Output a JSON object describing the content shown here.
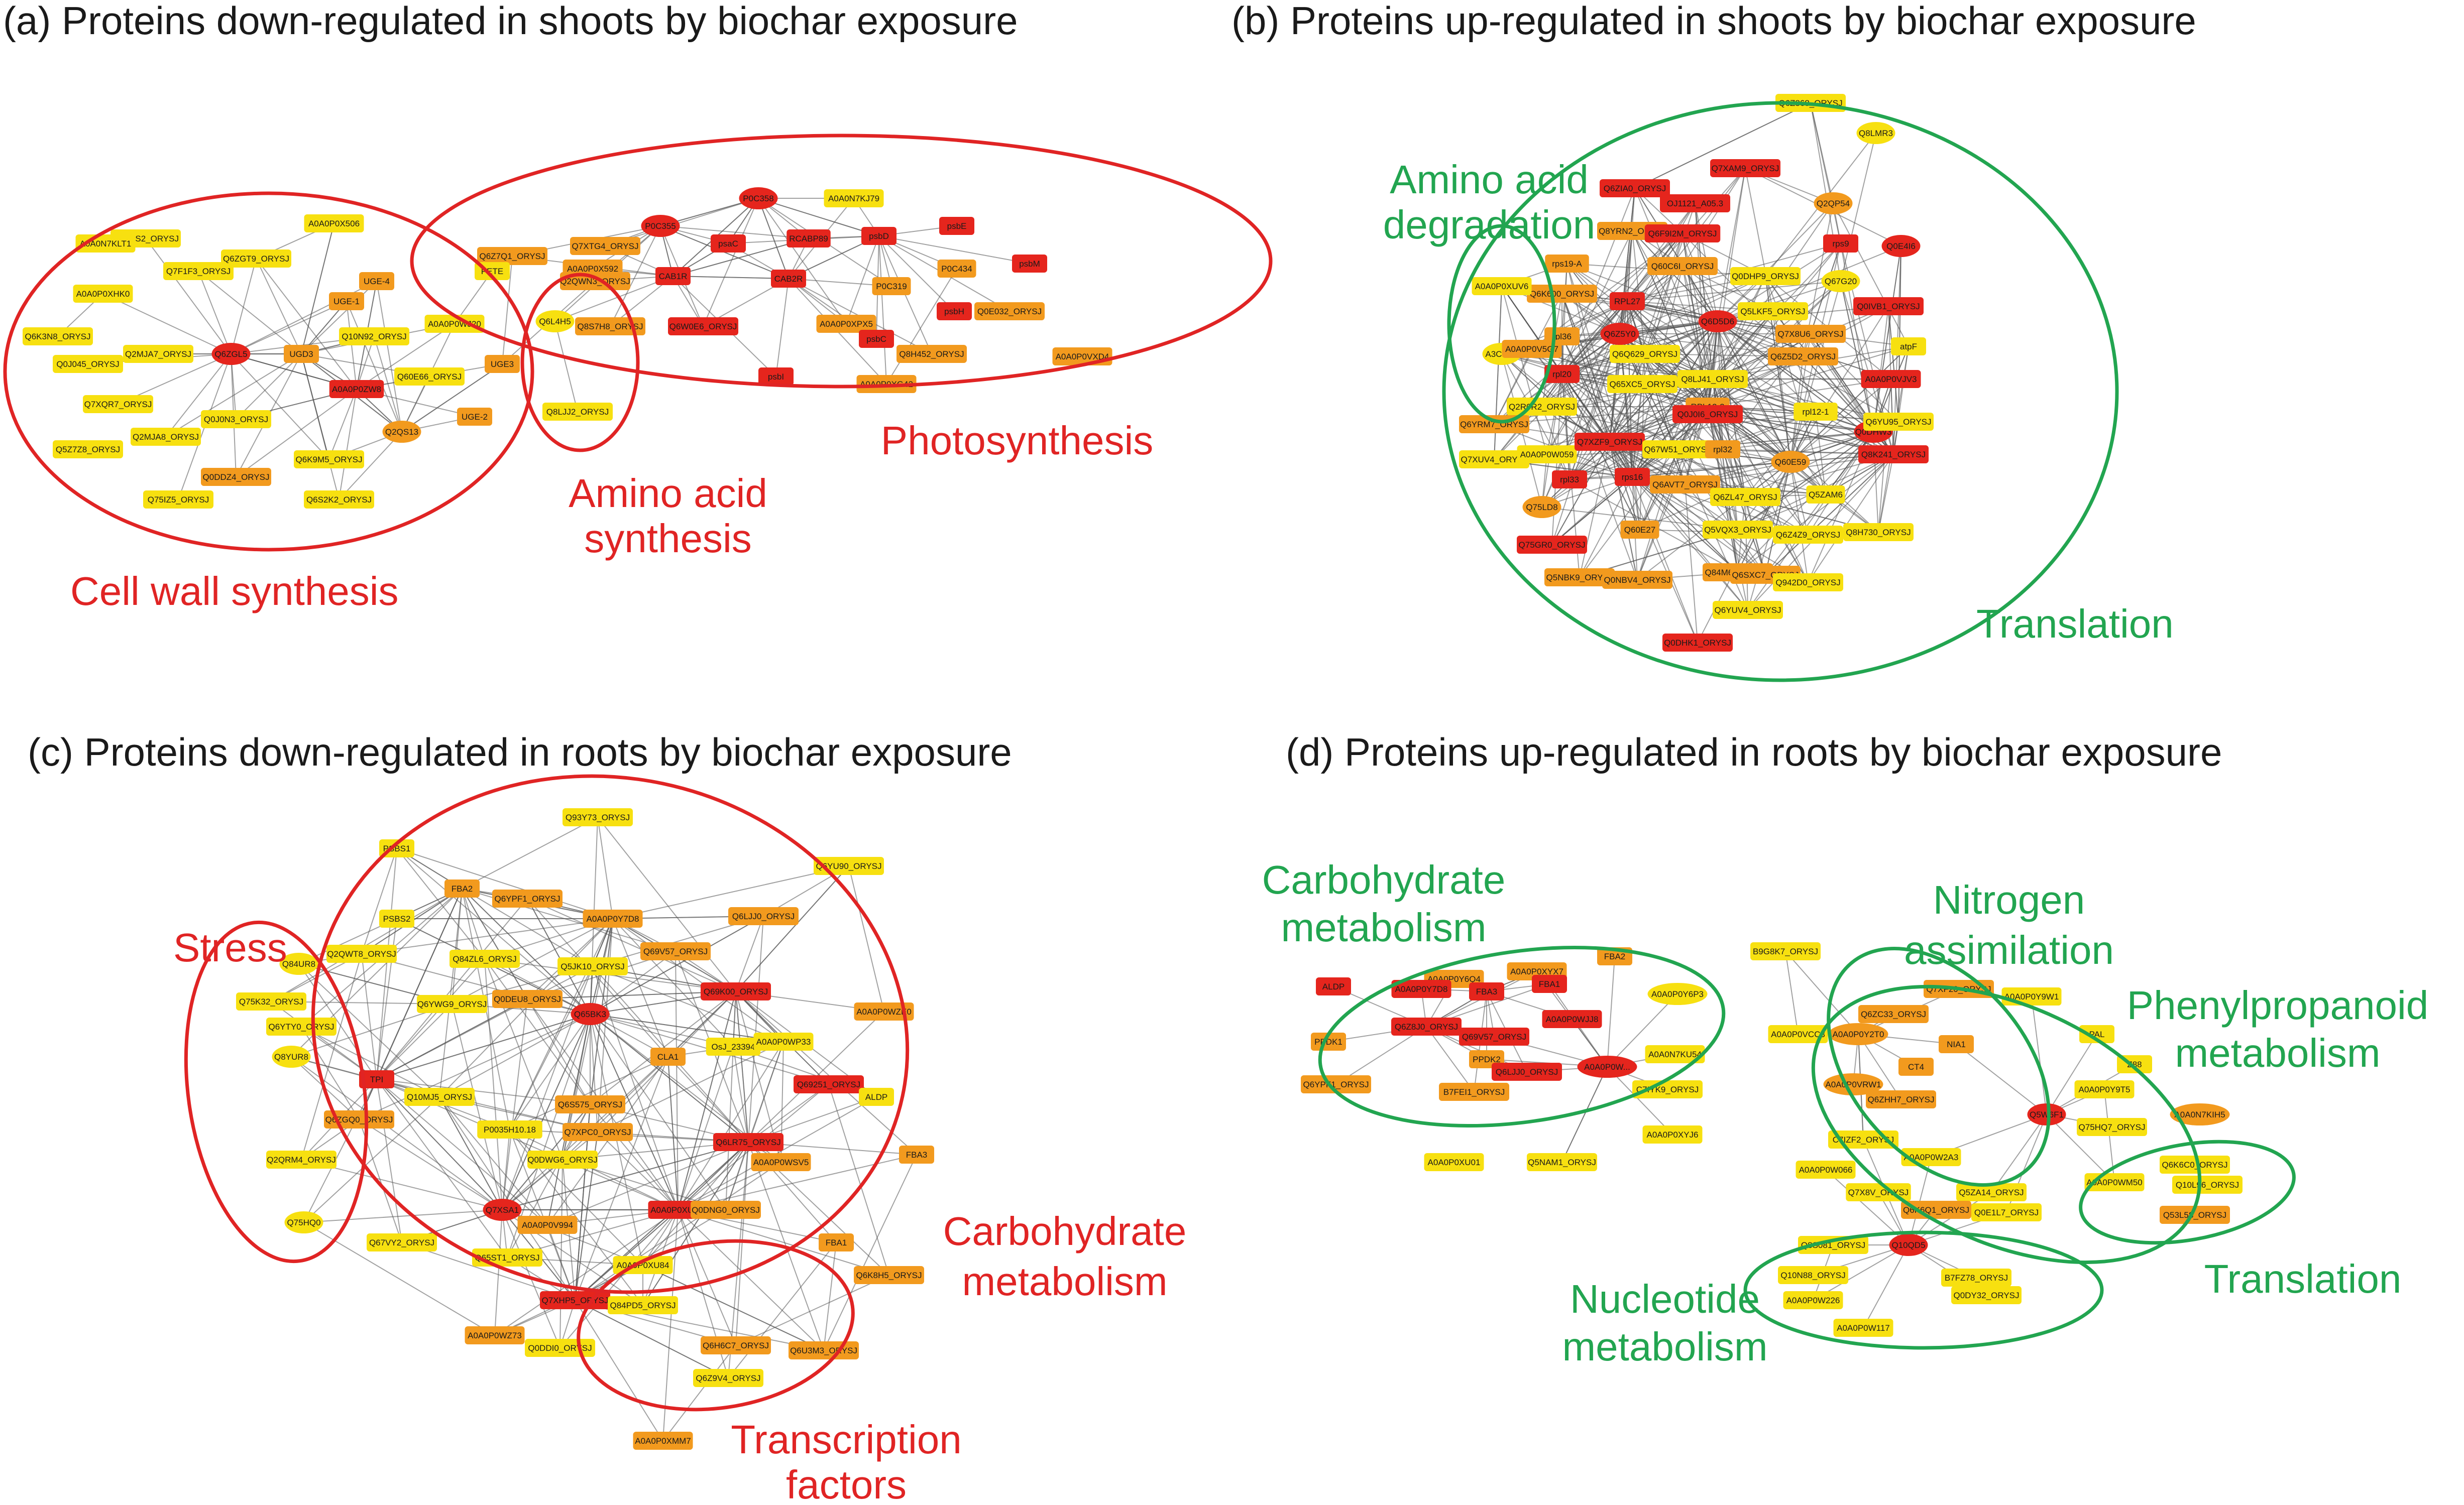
{
  "colors": {
    "red_group": "#e02424",
    "green_group": "#22a550",
    "node_low": "#f7e010",
    "node_mid": "#f29a1e",
    "node_high": "#e5251d"
  },
  "panels": [
    {
      "id": "a",
      "title": "(a) Proteins down-regulated in shoots by biochar exposure",
      "clusters": [
        {
          "label": [
            "Cell wall synthesis"
          ],
          "color": "red_group"
        },
        {
          "label": [
            "Amino acid",
            "synthesis"
          ],
          "color": "red_group"
        },
        {
          "label": [
            "Photosynthesis"
          ],
          "color": "red_group"
        }
      ],
      "nodes": [
        "Q69QS2_ORYSJ",
        "A0A0P0X506",
        "A0A0N7KLT1",
        "Q7F1F3_ORYSJ",
        "Q6ZGT9_ORYSJ",
        "A0A0P0XHK0",
        "UGE-1",
        "UGE-4",
        "Q6K3N8_ORYSJ",
        "Q6ZGL5",
        "UGD3",
        "Q10N92_ORYSJ",
        "A0A0P0WJ20",
        "Q0J045_ORYSJ",
        "Q2MJA7_ORYSJ",
        "A0A0P0ZW8",
        "Q60E66_ORYSJ",
        "UGE3",
        "Q7XQR7_ORYSJ",
        "Q0J0N3_ORYSJ",
        "Q2QS13",
        "UGE-2",
        "Q2MJA8_ORYSJ",
        "Q6K9M5_ORYSJ",
        "Q5Z7Z8_ORYSJ",
        "Q0DDZ4_ORYSJ",
        "Q75IZ5_ORYSJ",
        "Q6S2K2_ORYSJ",
        "Q6L4H5",
        "Q8LJJ2_ORYSJ",
        "Q6Z7Q1_ORYSJ",
        "Q7XTG4_ORYSJ",
        "P0C358",
        "A0A0N7KJ79",
        "Q2QWN3_ORYSJ",
        "P0C355",
        "psaC",
        "RCABP89",
        "psbD",
        "psbE",
        "PETE",
        "A0A0P0X592",
        "CAB1R",
        "CAB2R",
        "P0C319",
        "P0C434",
        "psbM",
        "Q8S7H8_ORYSJ",
        "Q6W0E6_ORYSJ",
        "A0A0P0XPX5",
        "psbC",
        "psbH",
        "Q0E032_ORYSJ",
        "Q8H452_ORYSJ",
        "A0A0P0VXD4",
        "psbI",
        "A0A0P0XG42"
      ]
    },
    {
      "id": "b",
      "title": "(b) Proteins up-regulated in shoots by biochar exposure",
      "clusters": [
        {
          "label": [
            "Amino acid",
            "degradation"
          ],
          "color": "green_group"
        },
        {
          "label": [
            "Translation"
          ],
          "color": "green_group"
        }
      ],
      "nodes": [
        "Q6Z868_ORYSJ",
        "Q8LMR3",
        "Q7XAM9_ORYSJ",
        "Q6ZIA0_ORYSJ",
        "OJ1121_A05.3",
        "Q2QP54",
        "Q8YRN2_ORYSJ",
        "Q6F9I2M_ORYSJ",
        "rps9",
        "Q0E4I6",
        "rps19-A",
        "Q6K600_ORYSJ",
        "Q60C6I_ORYSJ",
        "Q0DHP9_ORYSJ",
        "Q67G20",
        "A0A0P0XUV6",
        "RPL27",
        "Q5LKF5_ORYSJ",
        "Q0IVB1_ORYSJ",
        "rpl36",
        "Q6Z5Y0",
        "Q6D5D6",
        "Q7X8U6_ORYSJ",
        "atpF",
        "A3C6G9",
        "A0A0P0V5G7",
        "Q6Q629_ORYSJ",
        "rpl20",
        "Q65XC5_ORYSJ",
        "Q8LJ41_ORYSJ",
        "Q6Z5D2_ORYSJ",
        "A0A0P0VJV3",
        "Q2R0R2_ORYSJ",
        "RPL12-2",
        "Q0J0I6_ORYSJ",
        "rpl12-1",
        "Q6YRM7_ORYSJ",
        "Q0DHW3",
        "Q6YU95_ORYSJ",
        "Q7XUV4_ORYSJ",
        "A0A0P0W059",
        "Q7XZF9_ORYSJ",
        "Q67W51_ORYSJ",
        "rpl32",
        "Q8K241_ORYSJ",
        "Q75LD8",
        "rpl33",
        "rps16",
        "Q6AVT7_ORYSJ",
        "Q6ZL47_ORYSJ",
        "Q60E59",
        "Q5ZAM6",
        "Q60E27",
        "Q5VQX3_ORYSJ",
        "Q8H730_ORYSJ",
        "Q75GR0_ORYSJ",
        "Q6Z4Z9_ORYSJ",
        "Q5NBK9_ORYSJ",
        "Q0NBV4_ORYSJ",
        "Q84M69_ORYSJ",
        "Q6SXC7_ORYSJ",
        "Q942D0_ORYSJ",
        "Q6YUV4_ORYSJ",
        "Q0DHK1_ORYSJ"
      ]
    },
    {
      "id": "c",
      "title": "(c) Proteins down-regulated in roots by biochar exposure",
      "clusters": [
        {
          "label": [
            "Stress"
          ],
          "color": "red_group"
        },
        {
          "label": [
            "Carbohydrate",
            "metabolism"
          ],
          "color": "red_group"
        },
        {
          "label": [
            "Transcription",
            "factors"
          ],
          "color": "red_group"
        }
      ],
      "nodes": [
        "Q93Y73_ORYSJ",
        "PSBS1",
        "Q6YU90_ORYSJ",
        "FBA2",
        "Q6YPF1_ORYSJ",
        "A0A0P0Y7D8",
        "Q6LJJ0_ORYSJ",
        "PSBS2",
        "Q2QWT8_ORYSJ",
        "Q84ZL6_ORYSJ",
        "Q5JK10_ORYSJ",
        "Q69V57_ORYSJ",
        "Q84UR8",
        "Q6YWG9_ORYSJ",
        "Q0DEU8_ORYSJ",
        "Q69K00_ORYSJ",
        "A0A0P0WZE0",
        "Q75K32_ORYSJ",
        "Q65BK3",
        "CLA1",
        "OsJ_23394",
        "A0A0P0WP33",
        "Q6YTY0_ORYSJ",
        "TPI",
        "Q69251_ORYSJ",
        "Q8YUR8",
        "Q10MJ5_ORYSJ",
        "P0035H10.18",
        "Q6S575_ORYSJ",
        "ALDP",
        "Q6ZGQ0_ORYSJ",
        "Q6LR75_ORYSJ",
        "Q0DWG6_ORYSJ",
        "Q7XPC0_ORYSJ",
        "A0A0P0WSV5",
        "FBA3",
        "Q2QRM4_ORYSJ",
        "Q7XSA1",
        "A0A0P0V994",
        "A0A0P0XUM4",
        "Q0DNG0_ORYSJ",
        "Q75HQ0",
        "Q67VY2_ORYSJ",
        "Q65ST1_ORYSJ",
        "A0A0P0XU84",
        "FBA1",
        "Q7XHP5_ORYSJ",
        "Q84PD5_ORYSJ",
        "Q6K8H5_ORYSJ",
        "Q6H6C7_ORYSJ",
        "Q6U3M3_ORYSJ",
        "A0A0P0WZ73",
        "Q0DDI0_ORYSJ",
        "Q6Z9V4_ORYSJ",
        "A0A0P0XMM7"
      ]
    },
    {
      "id": "d",
      "title": "(d) Proteins up-regulated in roots by biochar exposure",
      "clusters": [
        {
          "label": [
            "Carbohydrate",
            "metabolism"
          ],
          "color": "green_group"
        },
        {
          "label": [
            "Nitrogen",
            "assimilation"
          ],
          "color": "green_group"
        },
        {
          "label": [
            "Phenylpropanoid",
            "metabolism"
          ],
          "color": "green_group"
        },
        {
          "label": [
            "Nucleotide",
            "metabolism"
          ],
          "color": "green_group"
        },
        {
          "label": [
            "Translation"
          ],
          "color": "green_group"
        }
      ],
      "nodes": [
        "A0A0P0Y6Q4",
        "A0A0P0XYX7",
        "FBA2",
        "ALDP",
        "A0A0P0Y7D8",
        "FBA3",
        "FBA1",
        "A0A0P0Y6P3",
        "PPDK1",
        "Q6Z8J0_ORYSJ",
        "Q69V57_ORYSJ",
        "A0A0P0WJJ8",
        "A0A0N7KU54",
        "PPDK2",
        "Q6LJJ0_ORYSJ",
        "Q6YPF1_ORYSJ",
        "B7FEI1_ORYSJ",
        "A0A0P0W...",
        "C7IYK9_ORYSJ",
        "A0A0P0XYJ6",
        "A0A0P0XU01",
        "Q5NAM1_ORYSJ",
        "B9G8K7_ORYSJ",
        "Q7XF20_ORYSJ",
        "A0A0P0Y9W1",
        "Q6ZC33_ORYSJ",
        "A0A0P0VCC3",
        "A0A0P0Y2T0",
        "NIA1",
        "PAL",
        "Z88",
        "A0A0P0VRW1",
        "CT4",
        "A0A0P0Y9T5",
        "Q6ZHH7_ORYSJ",
        "Q5W6F1",
        "A0A0N7KIH5",
        "C7IZF2_ORYSJ",
        "A0A0P0W2A3",
        "Q75HQ7_ORYSJ",
        "A0A0P0W066",
        "Q7X8V_ORYSJ",
        "Q5ZA14_ORYSJ",
        "A0A0P0WM50",
        "Q6K6C0_ORYSJ",
        "Q10L96_ORYSJ",
        "Q6K6Q1_ORYSJ",
        "Q0E1L7_ORYSJ",
        "Q53L58_ORYSJ",
        "Q8S081_ORYSJ",
        "Q10QD5",
        "Q10N88_ORYSJ",
        "B7FZ78_ORYSJ",
        "A0A0P0W226",
        "Q0DY32_ORYSJ",
        "A0A0P0W117"
      ]
    }
  ]
}
